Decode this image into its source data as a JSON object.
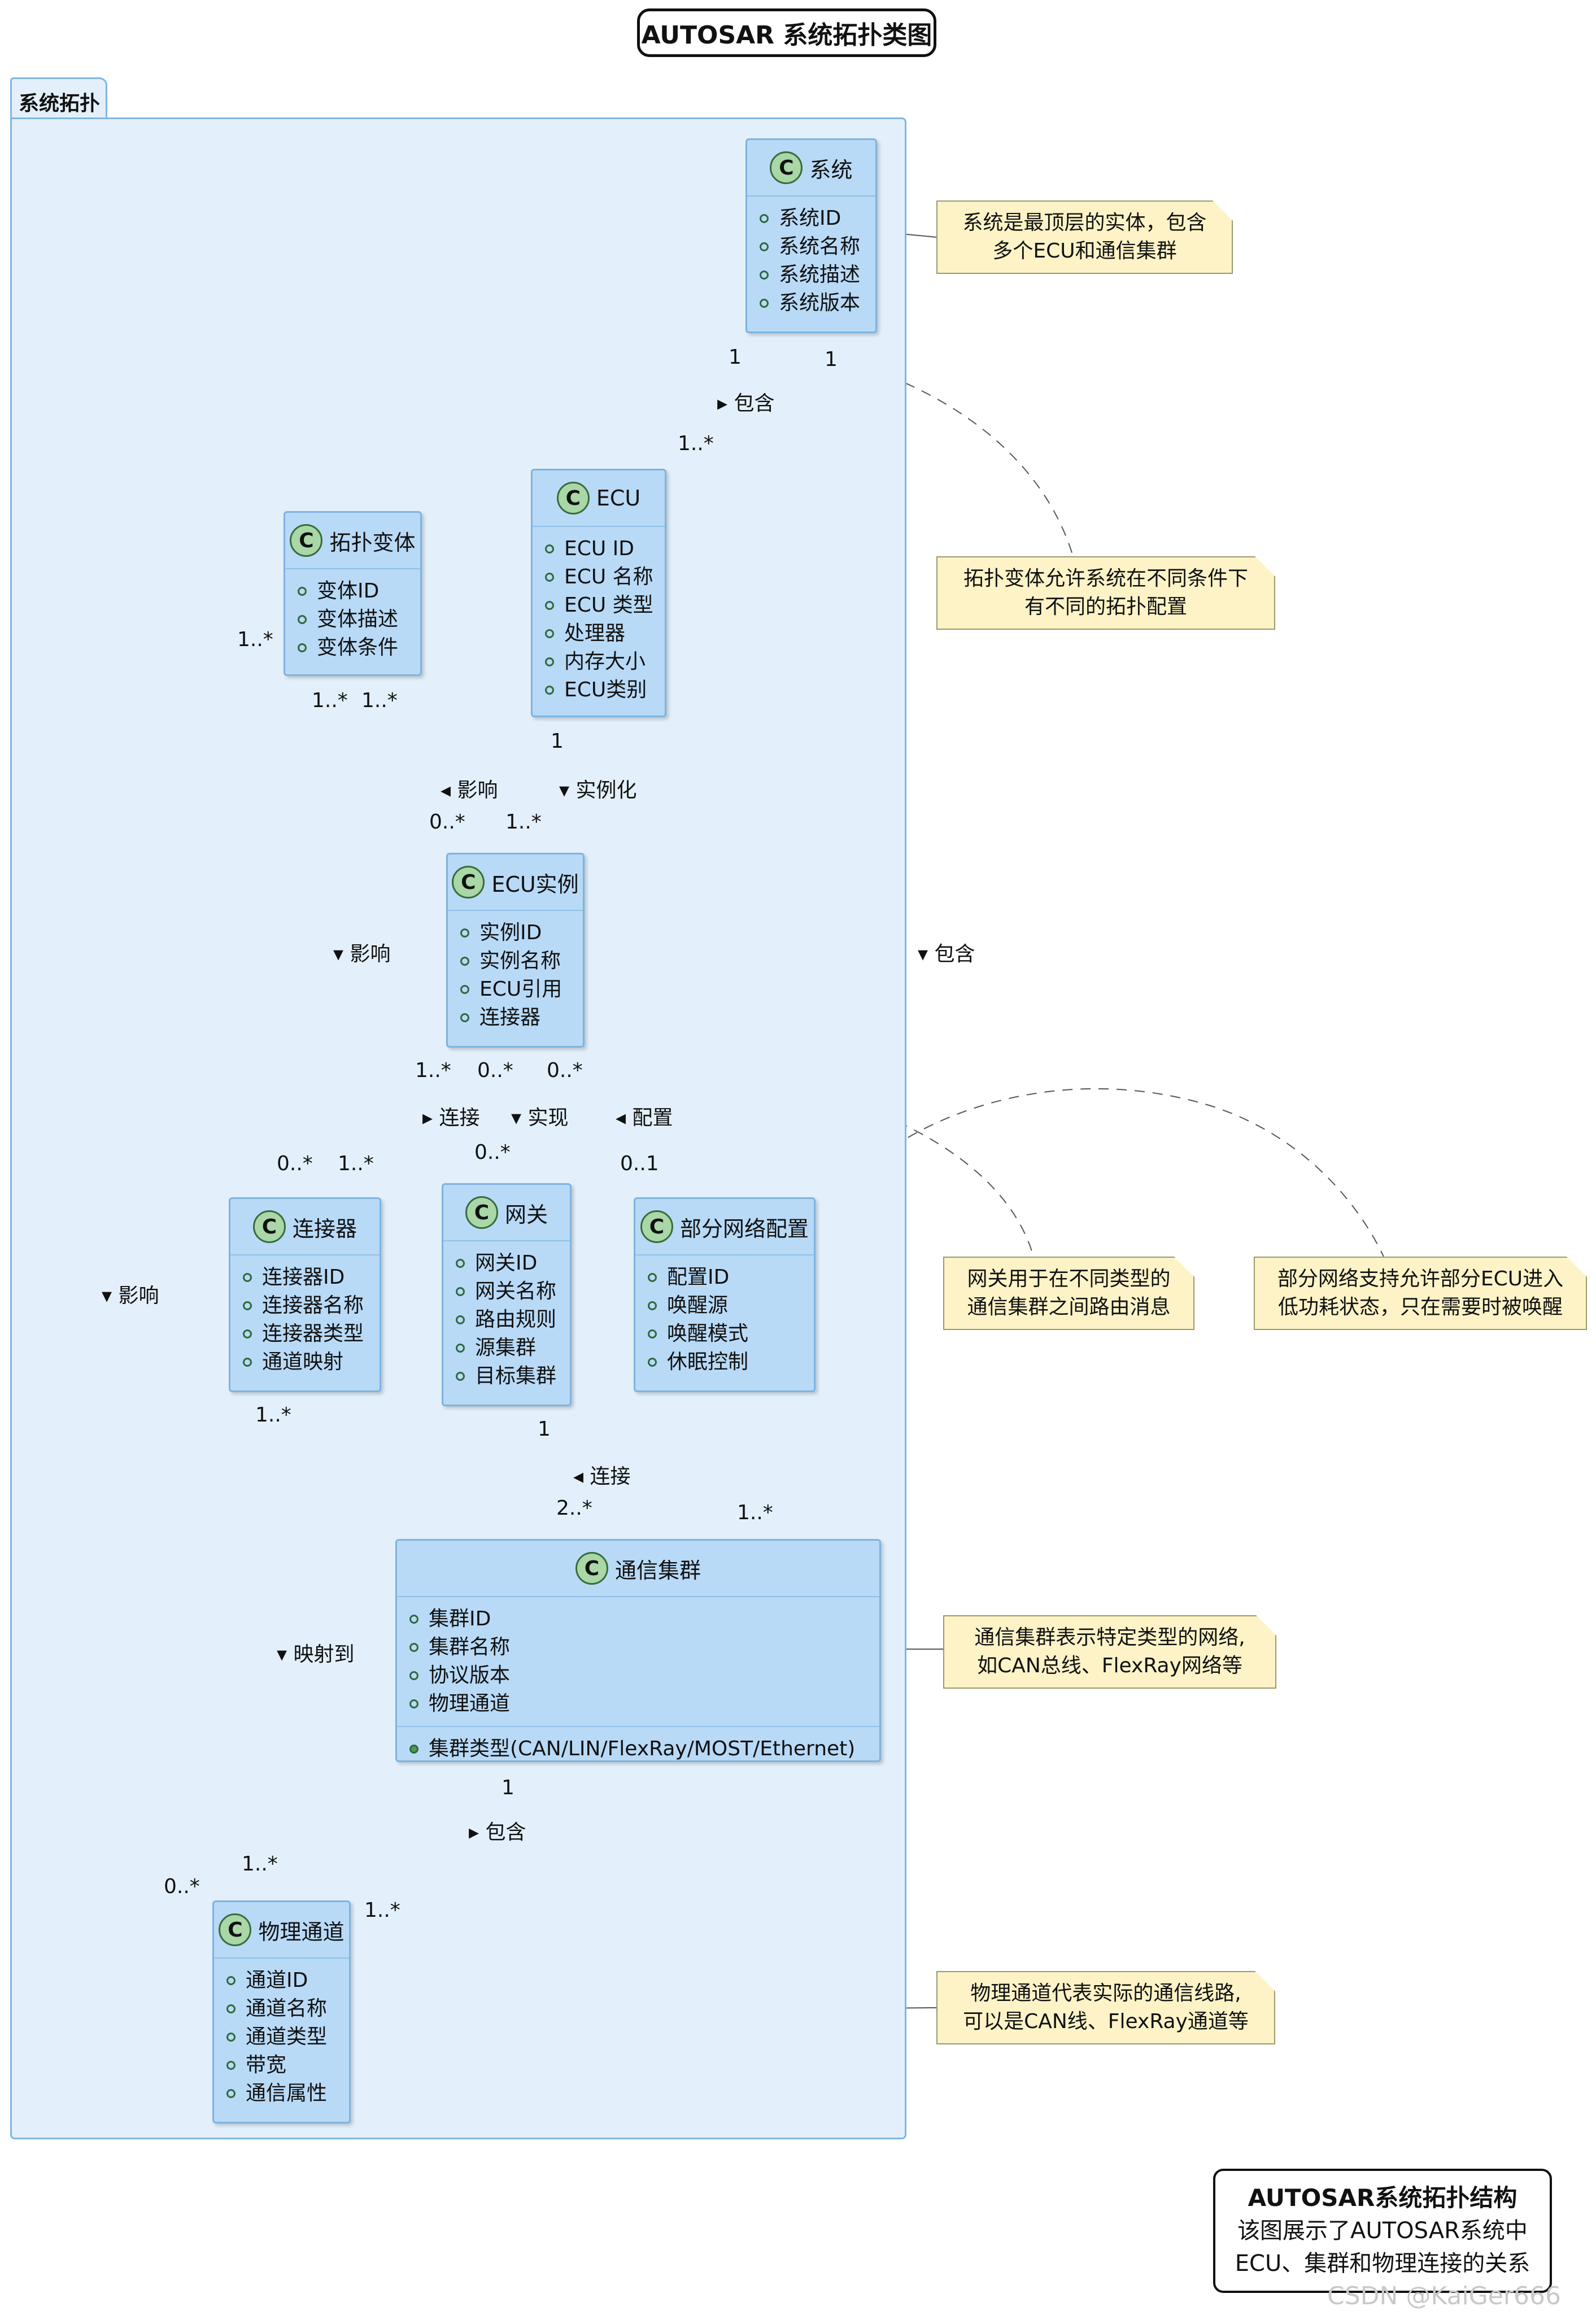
{
  "title": "AUTOSAR 系统拓扑类图",
  "package": "系统拓扑",
  "classes": {
    "system": {
      "name": "系统",
      "attrs": [
        "系统ID",
        "系统名称",
        "系统描述",
        "系统版本"
      ]
    },
    "ecu": {
      "name": "ECU",
      "attrs": [
        "ECU ID",
        "ECU 名称",
        "ECU 类型",
        "处理器",
        "内存大小",
        "ECU类别"
      ]
    },
    "variant": {
      "name": "拓扑变体",
      "attrs": [
        "变体ID",
        "变体描述",
        "变体条件"
      ]
    },
    "ecu_instance": {
      "name": "ECU实例",
      "attrs": [
        "实例ID",
        "实例名称",
        "ECU引用",
        "连接器"
      ]
    },
    "connector": {
      "name": "连接器",
      "attrs": [
        "连接器ID",
        "连接器名称",
        "连接器类型",
        "通道映射"
      ]
    },
    "gateway": {
      "name": "网关",
      "attrs": [
        "网关ID",
        "网关名称",
        "路由规则",
        "源集群",
        "目标集群"
      ]
    },
    "pnc": {
      "name": "部分网络配置",
      "attrs": [
        "配置ID",
        "唤醒源",
        "唤醒模式",
        "休眠控制"
      ]
    },
    "cluster": {
      "name": "通信集群",
      "attrs": [
        "集群ID",
        "集群名称",
        "协议版本",
        "物理通道"
      ],
      "method": "集群类型(CAN/LIN/FlexRay/MOST/Ethernet)"
    },
    "channel": {
      "name": "物理通道",
      "attrs": [
        "通道ID",
        "通道名称",
        "通道类型",
        "带宽",
        "通信属性"
      ]
    }
  },
  "notes": {
    "system": [
      "系统是最顶层的实体，包含",
      "多个ECU和通信集群"
    ],
    "variant": [
      "拓扑变体允许系统在不同条件下",
      "有不同的拓扑配置"
    ],
    "gateway": [
      "网关用于在不同类型的",
      "通信集群之间路由消息"
    ],
    "pnc": [
      "部分网络支持允许部分ECU进入",
      "低功耗状态，只在需要时被唤醒"
    ],
    "cluster": [
      "通信集群表示特定类型的网络,",
      "如CAN总线、FlexRay网络等"
    ],
    "channel": [
      "物理通道代表实际的通信线路,",
      "可以是CAN线、FlexRay通道等"
    ]
  },
  "relations": {
    "contains": "包含",
    "instantiate": "实例化",
    "influence": "影响",
    "connect": "连接",
    "realize": "实现",
    "config": "配置",
    "mapto": "映射到"
  },
  "multiplicities": {
    "sys_ecu_a": "1",
    "sys_ecu_b": "1..*",
    "sys_cl_a": "1",
    "sys_cl_b": "1..*",
    "ecu_inst_a": "1",
    "ecu_inst_b": "1..*",
    "var_inst_a": "1..*",
    "var_inst_b": "0..*",
    "var_conn_a": "1..*",
    "var_conn_b": "0..*",
    "var_ch_a": "1..*",
    "var_ch_b": "0..*",
    "inst_conn_a": "1..*",
    "inst_conn_b": "1..*",
    "inst_gw_a": "0..*",
    "inst_gw_b": "0..*",
    "inst_pnc_a": "0..*",
    "inst_pnc_b": "0..1",
    "gw_cl_a": "1",
    "gw_cl_b": "2..*",
    "conn_ch_a": "1..*",
    "conn_ch_b": "1..*",
    "cl_ch_a": "1",
    "cl_ch_b": "1..*"
  },
  "legend": {
    "title": "AUTOSAR系统拓扑结构",
    "line1": "该图展示了AUTOSAR系统中",
    "line2": "ECU、集群和物理连接的关系"
  },
  "watermark": "CSDN @KaiGer666"
}
